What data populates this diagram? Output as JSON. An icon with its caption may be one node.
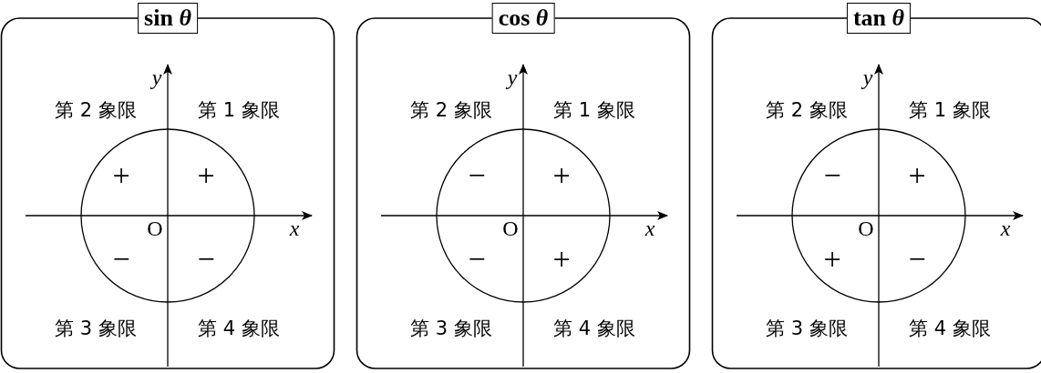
{
  "diagram": {
    "nodes": [
      {
        "text": [
          "sin *θ*",
          "y",
          "第 2 象限",
          "第 1 象限",
          "+",
          "+",
          "x",
          "O",
          "−",
          "−",
          "第 3 象限",
          "第 4 象限"
        ]
      },
      {
        "text": [
          "cos *θ*",
          "y",
          "第 2 象限",
          "第 1 象限",
          "−",
          "+",
          "x",
          "O",
          "−",
          "+",
          "第 3 象限",
          "第 4 象限"
        ]
      },
      {
        "text": [
          "tan *θ*",
          "y",
          "第 2 象限",
          "第 1 象限",
          "−",
          "+",
          "x",
          "O",
          "+",
          "−",
          "第 3 象限",
          "第 4 象限"
        ]
      }
    ]
  }
}
